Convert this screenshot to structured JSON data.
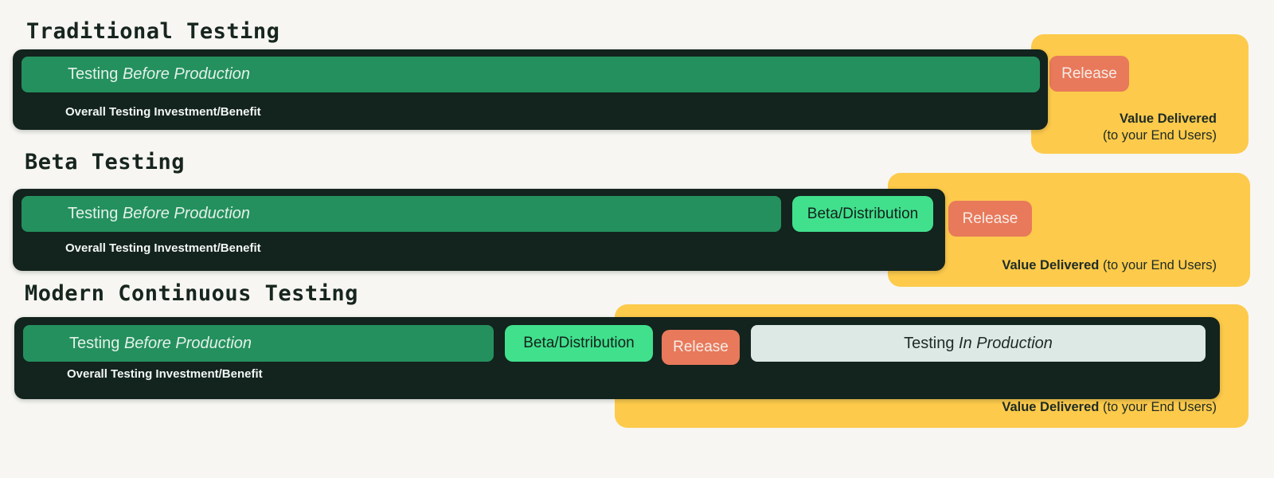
{
  "colors": {
    "background": "#F7F6F2",
    "panel_dark": "#13231E",
    "bar_green": "#24905E",
    "badge_beta_green": "#41E08D",
    "badge_release_salmon": "#E8795B",
    "card_yellow": "#FDCA4B",
    "bar_light": "#DDE9E4"
  },
  "sections": [
    {
      "heading": "Traditional Testing",
      "phase_before": {
        "regular": "Testing",
        "italic": "Before Production"
      },
      "investment_label": "Overall Testing Investment/Benefit",
      "release_label": "Release",
      "value": {
        "bold": "Value Delivered",
        "regular": "(to your End Users)"
      }
    },
    {
      "heading": "Beta Testing",
      "phase_before": {
        "regular": "Testing",
        "italic": "Before Production"
      },
      "beta_label": "Beta/Distribution",
      "investment_label": "Overall Testing Investment/Benefit",
      "release_label": "Release",
      "value": {
        "bold": "Value Delivered",
        "regular": "(to your End Users)"
      }
    },
    {
      "heading": "Modern Continuous Testing",
      "phase_before": {
        "regular": "Testing",
        "italic": "Before Production"
      },
      "beta_label": "Beta/Distribution",
      "release_label": "Release",
      "phase_in_prod": {
        "regular": "Testing",
        "italic": "In Production"
      },
      "investment_label": "Overall Testing Investment/Benefit",
      "value": {
        "bold": "Value Delivered",
        "regular": "(to your End Users)"
      }
    }
  ]
}
